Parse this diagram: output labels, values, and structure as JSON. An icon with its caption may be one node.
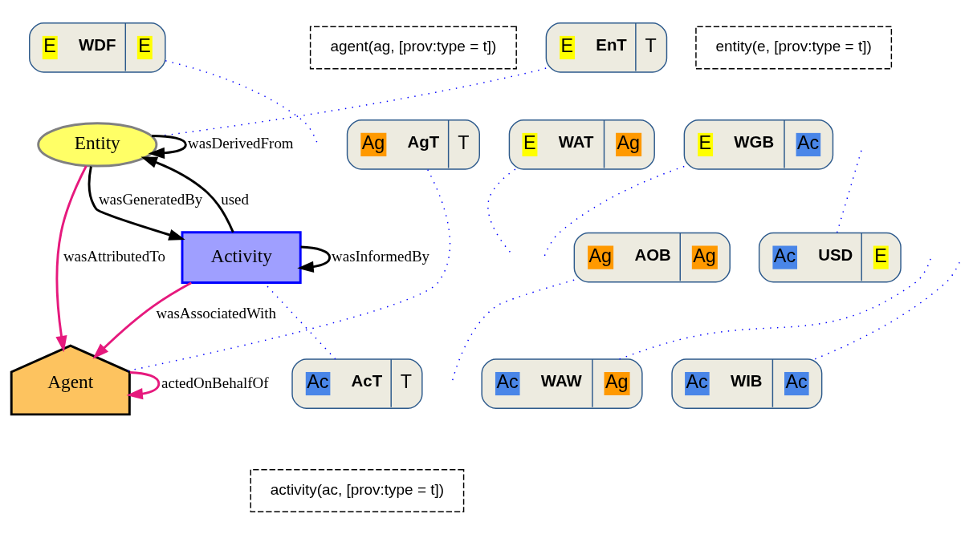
{
  "diagram": {
    "nodes": [
      {
        "text": [
          "E",
          "WDF",
          "E"
        ]
      },
      {
        "text": [
          "entity(e, [prov:type = t])"
        ]
      },
      {
        "text": [
          "agent(ag, [prov:type = t])"
        ]
      },
      {
        "text": [
          "E",
          "EnT",
          "T"
        ]
      },
      {
        "text": [
          "Ag",
          "AgT",
          "T"
        ]
      },
      {
        "text": [
          "E",
          "WAT",
          "Ag"
        ]
      },
      {
        "text": [
          "Entity"
        ]
      },
      {
        "text": [
          "E",
          "WGB",
          "Ac"
        ]
      },
      {
        "text": [
          "Ag",
          "AOB",
          "Ag"
        ]
      },
      {
        "text": [
          "Agent"
        ]
      },
      {
        "text": [
          "Ac",
          "USD",
          "E"
        ]
      },
      {
        "text": [
          "Activity"
        ]
      },
      {
        "text": [
          "Ac",
          "WAW",
          "Ag"
        ]
      },
      {
        "text": [
          "Ac",
          "AcT",
          "T"
        ]
      },
      {
        "text": [
          "Ac",
          "WIB",
          "Ac"
        ]
      },
      {
        "text": [
          "activity(ac, [prov:type = t])"
        ]
      }
    ],
    "edges": [
      {
        "from": 6,
        "to": 6,
        "arrow": "to",
        "label": "wasDerivedFrom",
        "color": "#000000"
      },
      {
        "from": 6,
        "to": 9,
        "arrow": "to",
        "label": "wasAttributedTo",
        "color": "#e6197d"
      },
      {
        "from": 6,
        "to": 11,
        "arrow": "to",
        "label": "wasGeneratedBy",
        "color": "#000000"
      },
      {
        "from": 11,
        "to": 6,
        "arrow": "to",
        "label": "used",
        "color": "#000000"
      },
      {
        "from": 9,
        "to": 9,
        "arrow": "to",
        "label": "actedOnBehalfOf",
        "color": "#e6197d"
      },
      {
        "from": 11,
        "to": 9,
        "arrow": "to",
        "label": "wasAssociatedWith",
        "color": "#e6197d"
      },
      {
        "from": 11,
        "to": 11,
        "arrow": "to",
        "label": "wasInformedBy",
        "color": "#000000"
      },
      {
        "from": 0,
        "to": null,
        "arrow": "none",
        "style": "dashed",
        "color": "#0000ff"
      },
      {
        "from": 3,
        "to": 6,
        "arrow": "none",
        "style": "dashed",
        "color": "#0000ff"
      },
      {
        "from": 4,
        "to": 9,
        "arrow": "none",
        "style": "dashed",
        "color": "#0000ff"
      },
      {
        "from": 5,
        "to": null,
        "arrow": "none",
        "style": "dashed",
        "color": "#0000ff"
      },
      {
        "from": 7,
        "to": null,
        "arrow": "none",
        "style": "dashed",
        "color": "#0000ff"
      },
      {
        "from": 8,
        "to": null,
        "arrow": "none",
        "style": "dashed",
        "color": "#0000ff"
      },
      {
        "from": 10,
        "to": null,
        "arrow": "none",
        "style": "dashed",
        "color": "#0000ff"
      },
      {
        "from": 12,
        "to": null,
        "arrow": "none",
        "style": "dashed",
        "color": "#0000ff"
      },
      {
        "from": 13,
        "to": 11,
        "arrow": "none",
        "style": "dashed",
        "color": "#0000ff"
      },
      {
        "from": 14,
        "to": null,
        "arrow": "none",
        "style": "dashed",
        "color": "#0000ff"
      }
    ]
  }
}
